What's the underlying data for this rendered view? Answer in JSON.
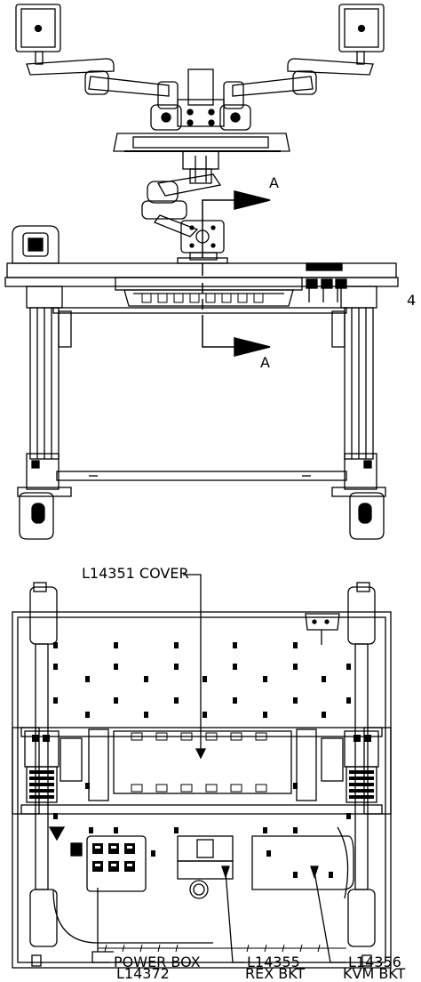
{
  "section_marker": {
    "top_label": "A",
    "bottom_label": "A"
  },
  "edge_fragment": "4",
  "callouts": {
    "cover": "L14351 COVER",
    "power_box_line1": "POWER BOX",
    "power_box_line2": "L14372",
    "rex_line1": "L14355",
    "rex_line2": "REX BKT",
    "kvm_line1": "L14356",
    "kvm_line2": "KVM BKT"
  }
}
